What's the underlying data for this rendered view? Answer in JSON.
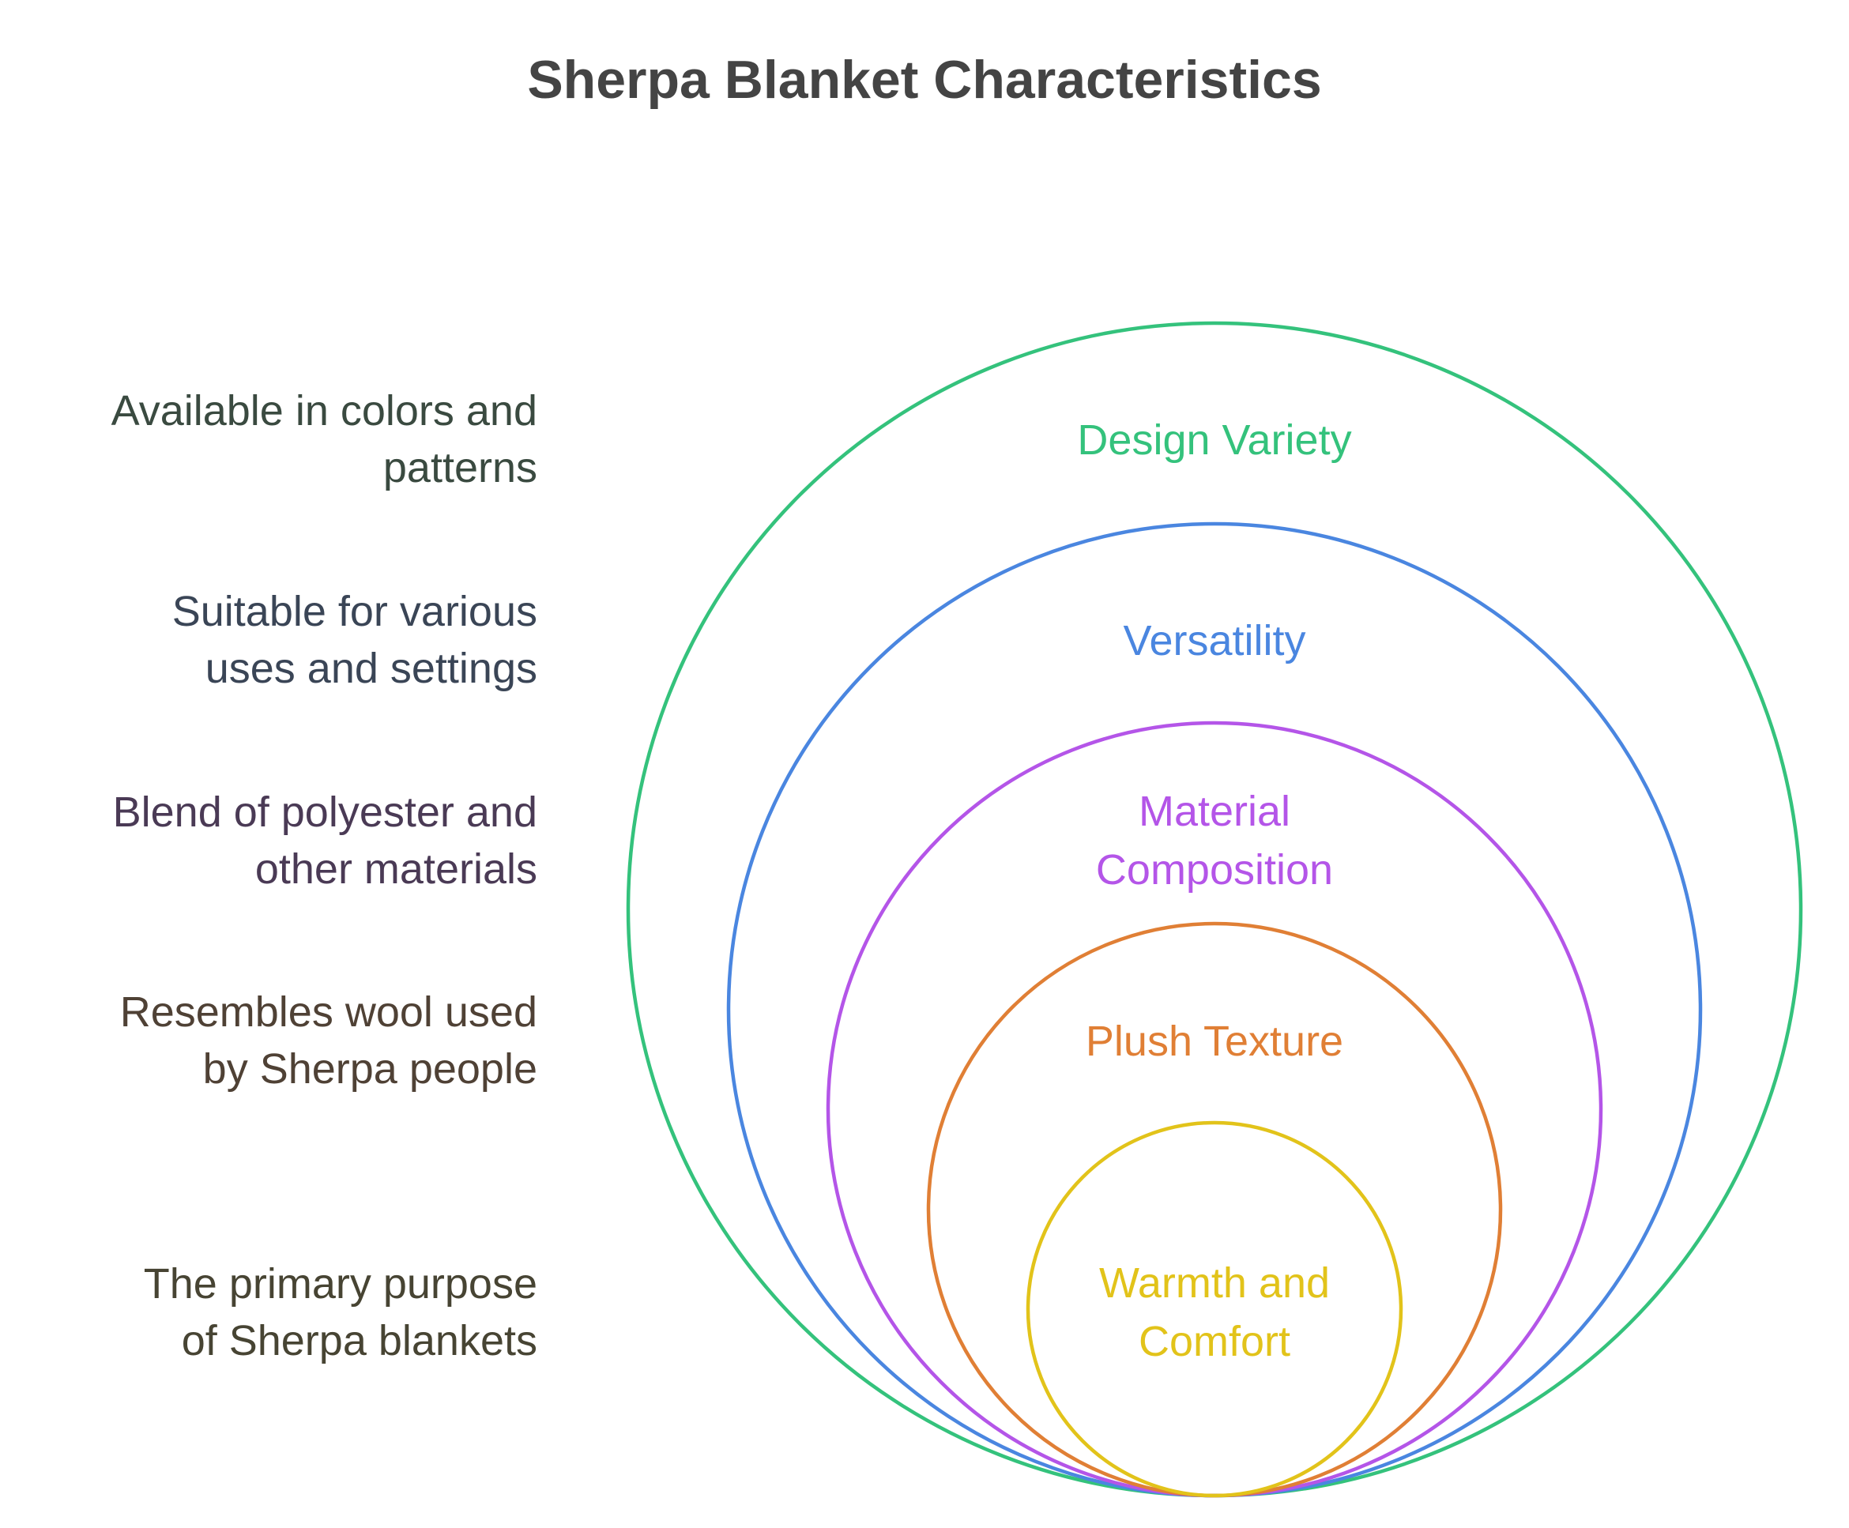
{
  "title": "Sherpa Blanket Characteristics",
  "layers": [
    {
      "label": "Design Variety",
      "lines": [
        "Design Variety"
      ],
      "description": [
        "Available in colors and",
        "patterns"
      ],
      "color": "#34c27c",
      "text_color": "#3a4a40"
    },
    {
      "label": "Versatility",
      "lines": [
        "Versatility"
      ],
      "description": [
        "Suitable for various",
        "uses and settings"
      ],
      "color": "#4a86e0",
      "text_color": "#3a4556"
    },
    {
      "label": "Material Composition",
      "lines": [
        "Material",
        "Composition"
      ],
      "description": [
        "Blend of polyester and",
        "other materials"
      ],
      "color": "#b455e8",
      "text_color": "#4a3a55"
    },
    {
      "label": "Plush Texture",
      "lines": [
        "Plush Texture"
      ],
      "description": [
        "Resembles wool used",
        "by Sherpa people"
      ],
      "color": "#e07f35",
      "text_color": "#4f4135"
    },
    {
      "label": "Warmth and Comfort",
      "lines": [
        "Warmth and",
        "Comfort"
      ],
      "description": [
        "The primary purpose",
        "of Sherpa blankets"
      ],
      "color": "#e2c31a",
      "text_color": "#474433"
    }
  ]
}
